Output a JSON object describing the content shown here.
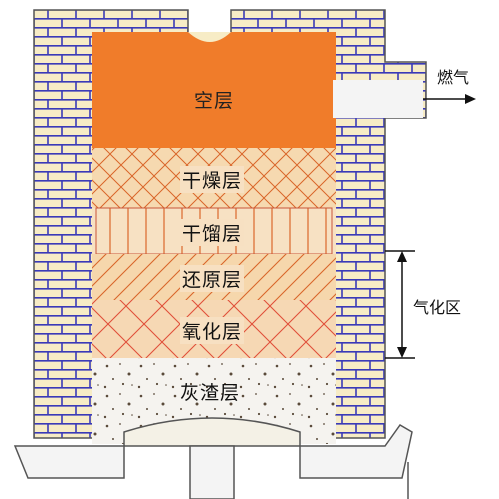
{
  "diagram": {
    "zones": {
      "space": "空层",
      "drying": "干燥层",
      "distillation": "干馏层",
      "reduction": "还原层",
      "oxidation": "氧化层",
      "ash": "灰渣层"
    },
    "outlet_label": "燃气",
    "gasification_label": "气化区",
    "colors": {
      "brick_fill": "#f7ecc6",
      "mortar": "#3a3ab8",
      "space_layer": "#f07c2a",
      "dry_layer": "#f6d9b0",
      "distill_layer": "#f7e1c3",
      "reduce_layer": "#f6d7ac",
      "oxidize_layer": "#f6d8b4",
      "hatch": "#d9662a",
      "ash_layer": "#f5f3ef",
      "ash_dots": "#5a4a3a"
    }
  }
}
